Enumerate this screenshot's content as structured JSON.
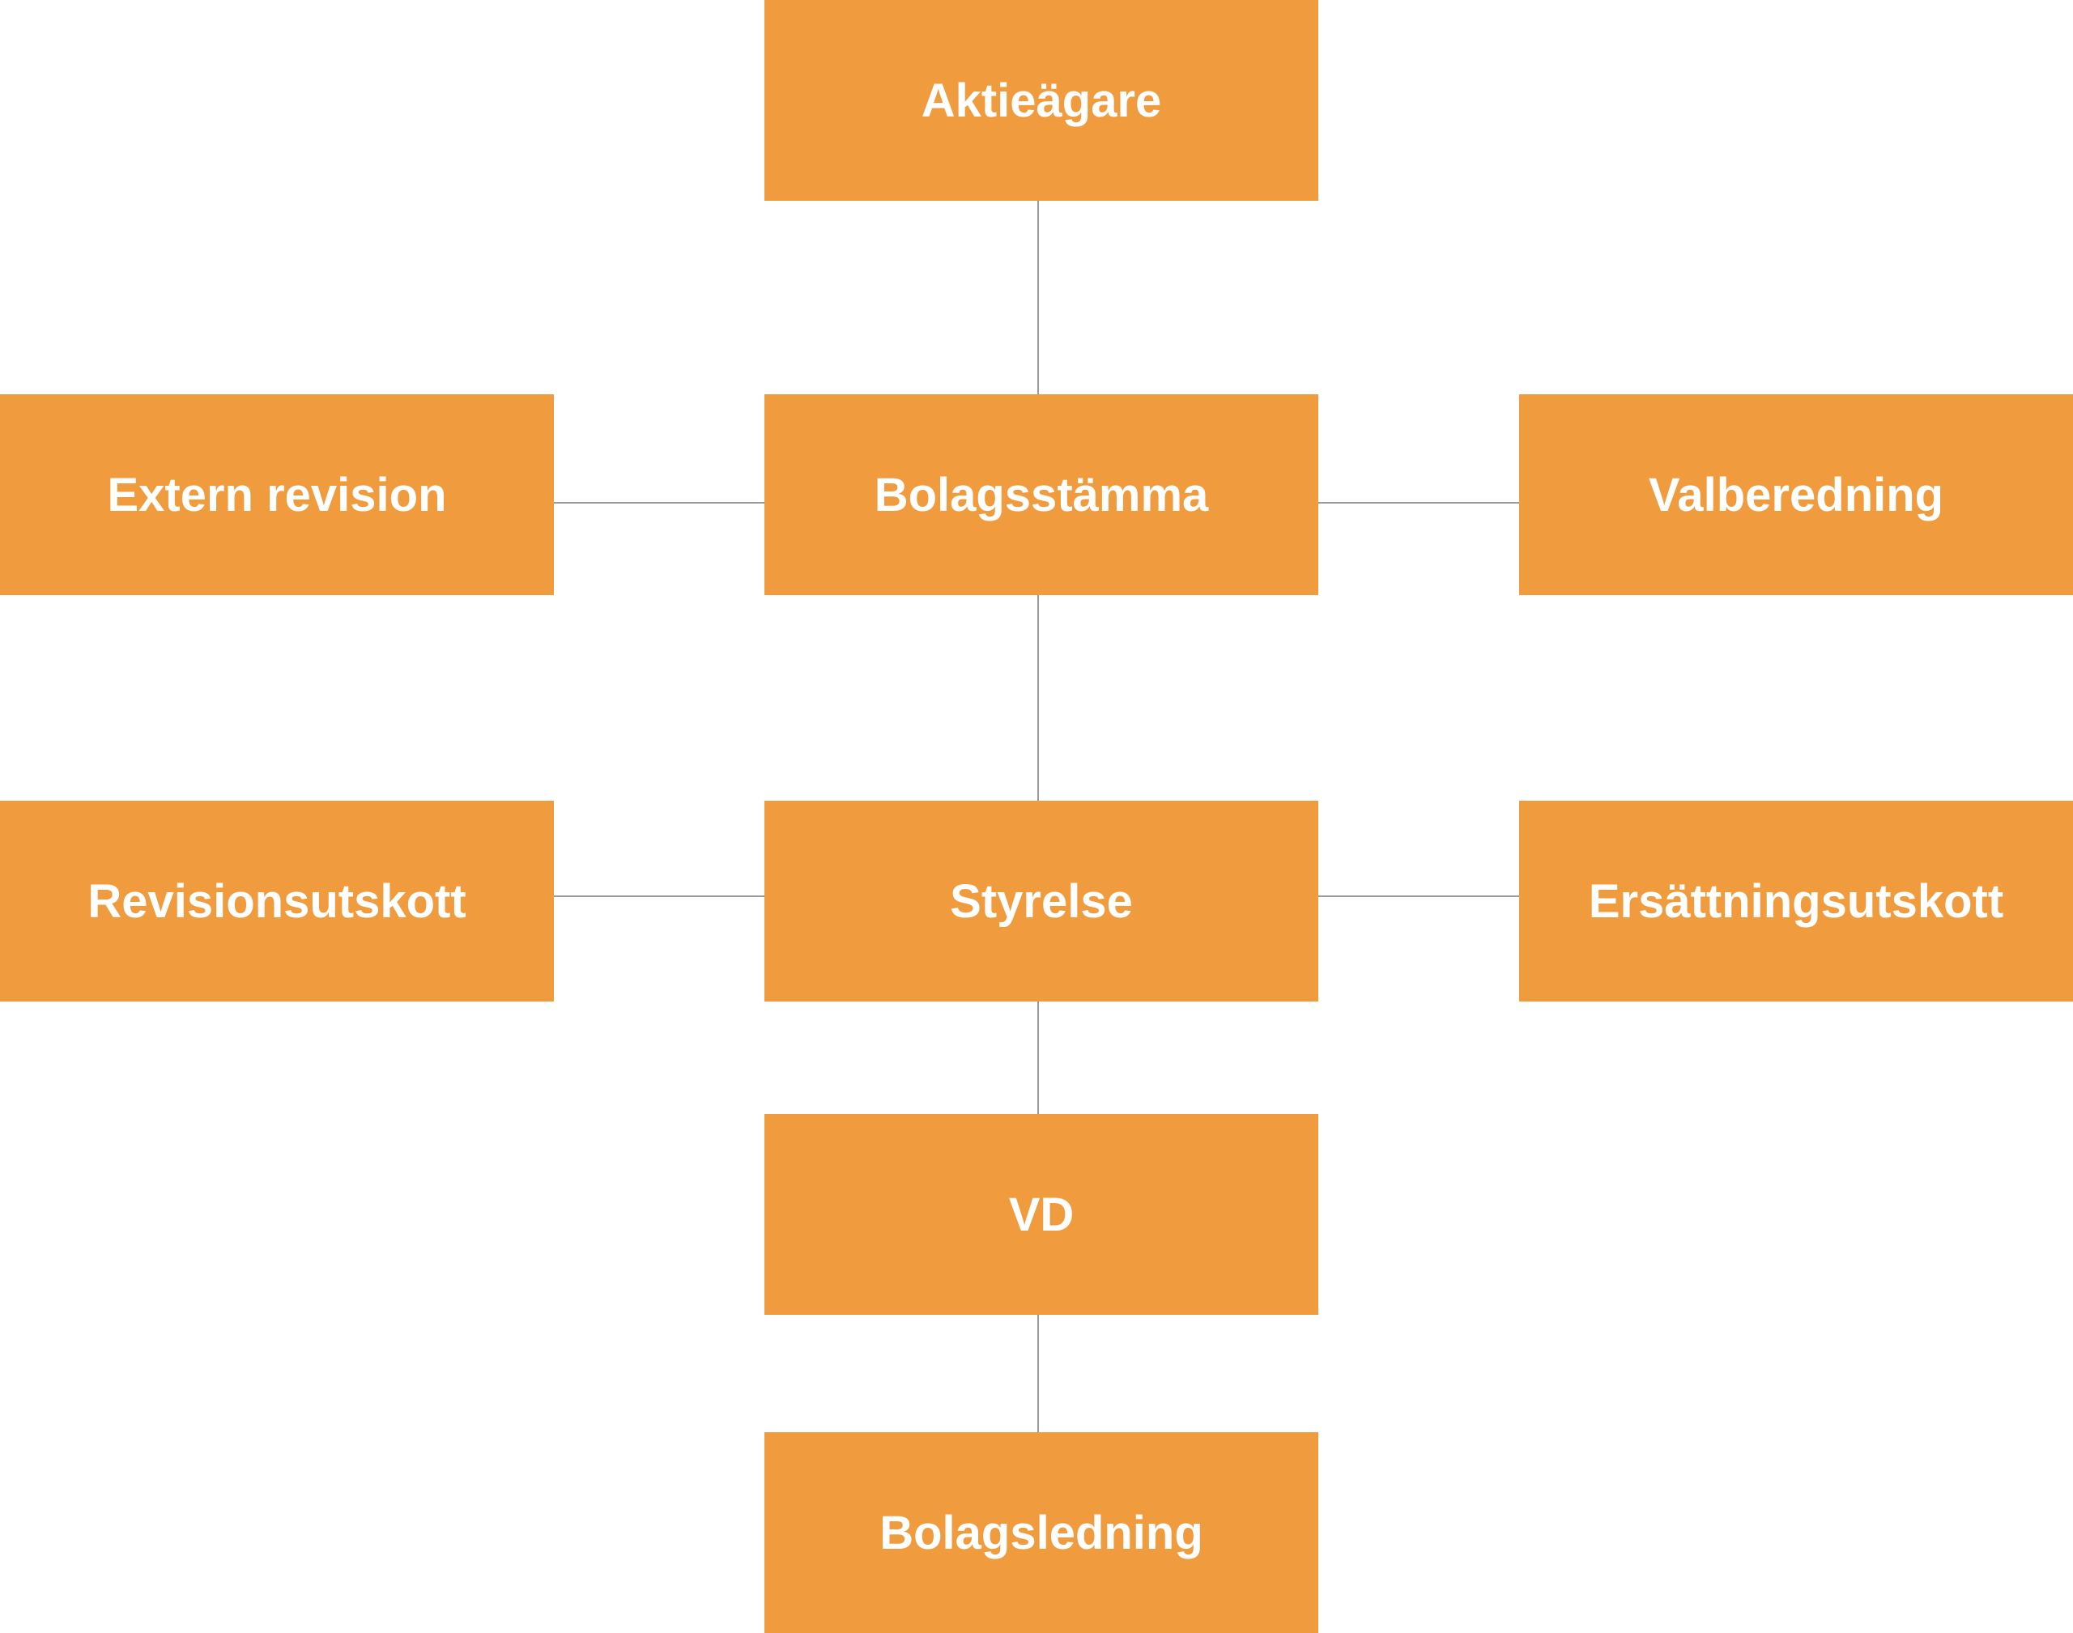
{
  "colors": {
    "box": "#f09c3e",
    "text": "#ffffff",
    "line": "#9a9a9a",
    "background": "#ffffff"
  },
  "nodes": {
    "aktieagare": "Aktieägare",
    "bolagsstamma": "Bolagsstämma",
    "extern_revision": "Extern revision",
    "valberedning": "Valberedning",
    "styrelse": "Styrelse",
    "revisionsutskott": "Revisionsutskott",
    "ersattningsutskott": "Ersättningsutskott",
    "vd": "VD",
    "bolagsledning": "Bolagsledning"
  },
  "edges": [
    [
      "Aktieägare",
      "Bolagsstämma"
    ],
    [
      "Bolagsstämma",
      "Extern revision"
    ],
    [
      "Bolagsstämma",
      "Valberedning"
    ],
    [
      "Bolagsstämma",
      "Styrelse"
    ],
    [
      "Styrelse",
      "Revisionsutskott"
    ],
    [
      "Styrelse",
      "Ersättningsutskott"
    ],
    [
      "Styrelse",
      "VD"
    ],
    [
      "VD",
      "Bolagsledning"
    ]
  ]
}
